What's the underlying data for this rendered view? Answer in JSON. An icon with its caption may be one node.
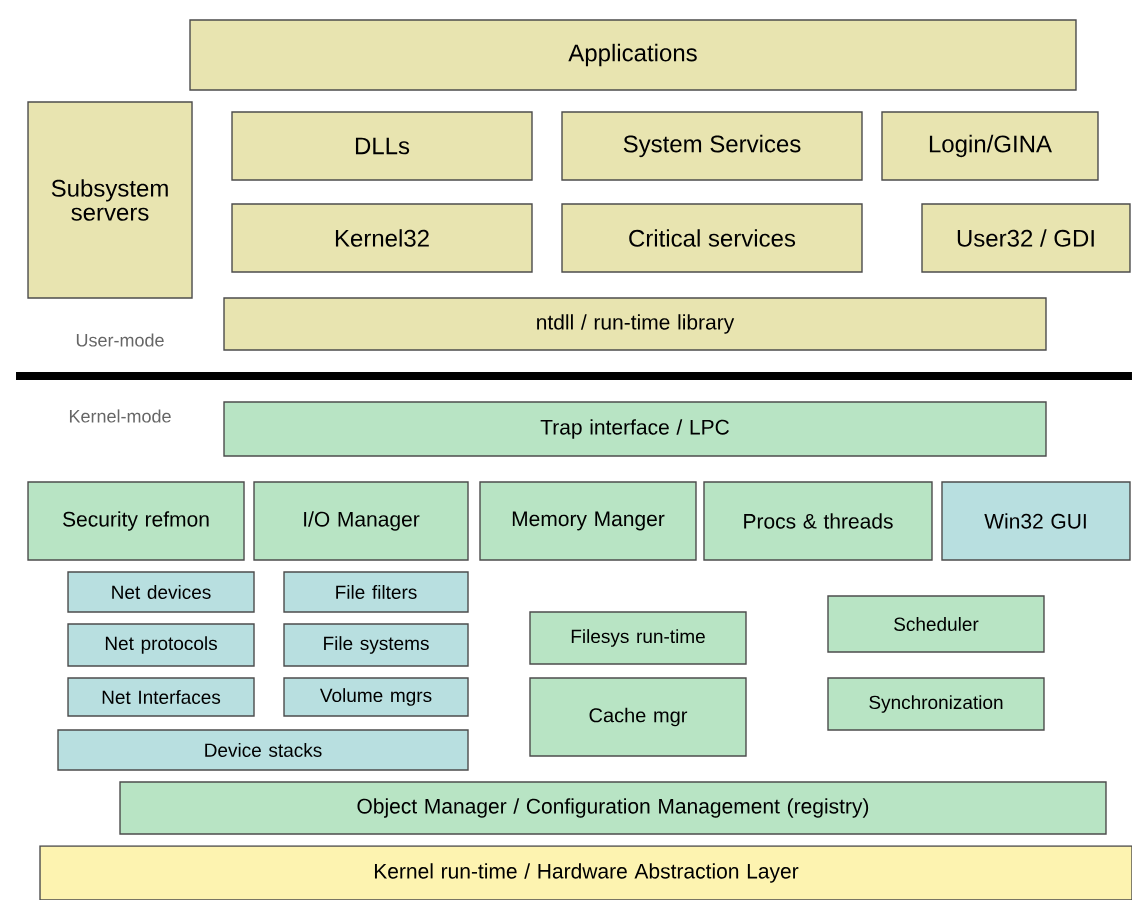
{
  "diagram": {
    "nodes": [
      {
        "text": [
          "Applications"
        ]
      },
      {
        "text": [
          "Subsystem servers"
        ]
      },
      {
        "text": [
          "DLLs"
        ]
      },
      {
        "text": [
          "System Services"
        ]
      },
      {
        "text": [
          "Login/GINA"
        ]
      },
      {
        "text": [
          "Kernel32"
        ]
      },
      {
        "text": [
          "Critical services"
        ]
      },
      {
        "text": [
          "User32 / GDI"
        ]
      },
      {
        "text": [
          "ntdll / run-time library"
        ]
      },
      {
        "text": [
          "Trap interface / LPC"
        ]
      },
      {
        "text": [
          "Security refmon"
        ]
      },
      {
        "text": [
          "I/O Manager"
        ]
      },
      {
        "text": [
          "Memory Manger"
        ]
      },
      {
        "text": [
          "Procs & threads"
        ]
      },
      {
        "text": [
          "Win32 GUI"
        ]
      },
      {
        "text": [
          "Net devices"
        ]
      },
      {
        "text": [
          "File filters"
        ]
      },
      {
        "text": [
          "Net protocols"
        ]
      },
      {
        "text": [
          "File systems"
        ]
      },
      {
        "text": [
          "Net Interfaces"
        ]
      },
      {
        "text": [
          "Volume mgrs"
        ]
      },
      {
        "text": [
          "Device stacks"
        ]
      },
      {
        "text": [
          "Filesys run-time"
        ]
      },
      {
        "text": [
          "Cache mgr"
        ]
      },
      {
        "text": [
          "Scheduler"
        ]
      },
      {
        "text": [
          "Synchronization"
        ]
      },
      {
        "text": [
          "Object Manager / Configuration Management (registry)"
        ]
      },
      {
        "text": [
          "Kernel run-time / Hardware Abstraction Layer"
        ]
      }
    ],
    "labels": [
      "User-mode",
      "Kernel-mode"
    ]
  }
}
